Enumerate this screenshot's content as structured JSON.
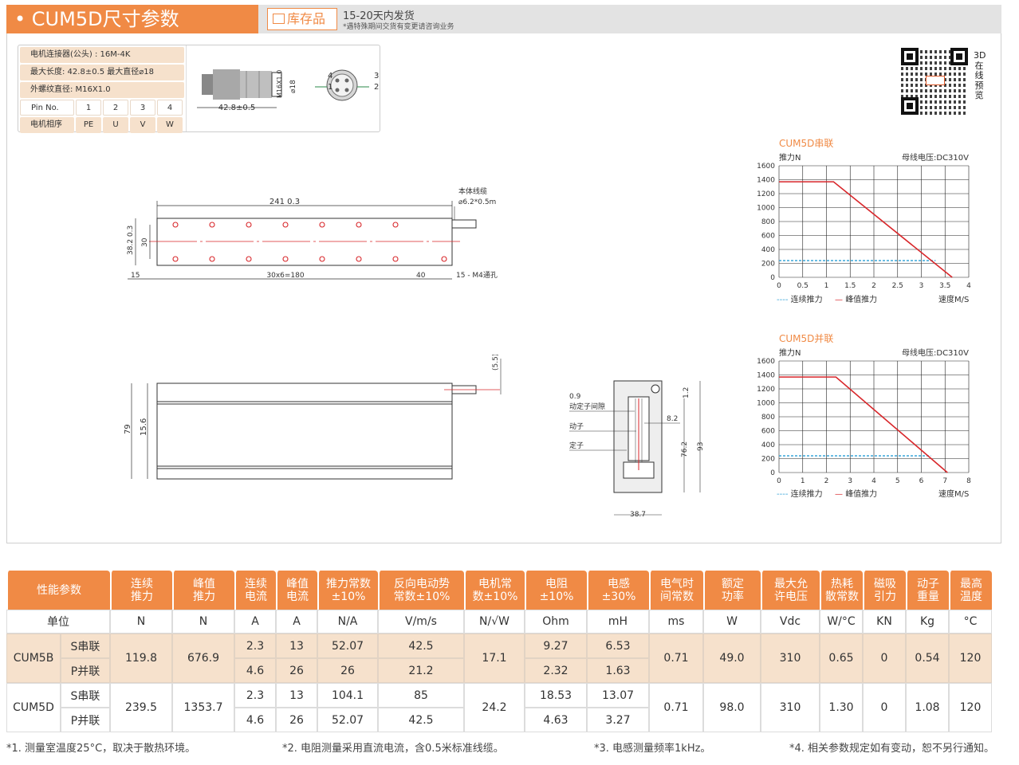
{
  "header": {
    "title": "• CUM5D尺寸参数",
    "stock_label": "库存品",
    "ship": "15-20天内发货",
    "note": "*遇特殊期间交货有变更请咨询业务"
  },
  "connector": {
    "row1": "电机连接器(公头) : 16M-4K",
    "row2": "最大长度: 42.8±0.5   最大直径⌀18",
    "row3": "外螺纹直径: M16X1.0",
    "pin_label": "Pin No.",
    "pins": [
      "1",
      "2",
      "3",
      "4"
    ],
    "phase_label": "电机相序",
    "phases": [
      "PE",
      "U",
      "V",
      "W"
    ],
    "dim_len": "42.8±0.5",
    "dim_thread": "M16X1.0",
    "dim_dia": "⌀18",
    "pin_nums": [
      "4",
      "3",
      "1",
      "2"
    ]
  },
  "qr": {
    "caption": "3D在线预览"
  },
  "drawing": {
    "cable_label": "本体线缆",
    "cable_spec": "⌀6.2*0.5m",
    "len_total": "241 0.3",
    "h_total": "38.2 0.3",
    "h_inner": "30",
    "left_off": "15",
    "pitch": "30x6=180",
    "right_off": "40",
    "holes": "15 - M4通孔",
    "side_cable": "(5.5)",
    "side_h": "79",
    "side_inner": "15.6",
    "sec_gap_val": "0.9",
    "sec_gap": "动定子间隙",
    "sec_mover": "动子",
    "sec_stator": "定子",
    "sec_top": "1.2",
    "sec_w1": "8.2",
    "sec_h1": "76.2",
    "sec_h2": "93",
    "sec_w": "38.7"
  },
  "charts": [
    {
      "title": "CUM5D串联",
      "ylabel": "推力N",
      "voltage": "母线电压:DC310V",
      "xlabel": "速度M/S",
      "legend_cont": "连续推力",
      "legend_peak": "峰值推力",
      "xticks": [
        "0",
        "0.5",
        "1",
        "1.5",
        "2",
        "2.5",
        "3",
        "3.5",
        "4"
      ],
      "yticks": [
        "0",
        "200",
        "400",
        "600",
        "800",
        "1000",
        "1200",
        "1400",
        "1600"
      ]
    },
    {
      "title": "CUM5D并联",
      "ylabel": "推力N",
      "voltage": "母线电压:DC310V",
      "xlabel": "速度M/S",
      "legend_cont": "连续推力",
      "legend_peak": "峰值推力",
      "xticks": [
        "0",
        "1",
        "2",
        "3",
        "4",
        "5",
        "6",
        "7",
        "8"
      ],
      "yticks": [
        "0",
        "200",
        "400",
        "600",
        "800",
        "1000",
        "1200",
        "1400",
        "1600"
      ]
    }
  ],
  "chart_data": [
    {
      "type": "line",
      "title": "CUM5D串联",
      "xlabel": "速度M/S",
      "ylabel": "推力N",
      "xlim": [
        0,
        4
      ],
      "ylim": [
        0,
        1600
      ],
      "series": [
        {
          "name": "连续推力",
          "color": "#3aa6d8",
          "style": "dashed",
          "x": [
            0,
            3.3
          ],
          "y": [
            240,
            240
          ]
        },
        {
          "name": "峰值推力",
          "color": "#d8262a",
          "style": "solid",
          "x": [
            0,
            1.15,
            3.65
          ],
          "y": [
            1370,
            1370,
            0
          ]
        }
      ]
    },
    {
      "type": "line",
      "title": "CUM5D并联",
      "xlabel": "速度M/S",
      "ylabel": "推力N",
      "xlim": [
        0,
        8
      ],
      "ylim": [
        0,
        1600
      ],
      "series": [
        {
          "name": "连续推力",
          "color": "#3aa6d8",
          "style": "dashed",
          "x": [
            0,
            6.4
          ],
          "y": [
            240,
            240
          ]
        },
        {
          "name": "峰值推力",
          "color": "#d8262a",
          "style": "solid",
          "x": [
            0,
            2.4,
            7.1
          ],
          "y": [
            1370,
            1370,
            0
          ]
        }
      ]
    }
  ],
  "table": {
    "headers": [
      "性能参数",
      "连续\n推力",
      "峰值\n推力",
      "连续\n电流",
      "峰值\n电流",
      "推力常数\n±10%",
      "反向电动势\n常数±10%",
      "电机常\n数±10%",
      "电阻\n±10%",
      "电感\n±30%",
      "电气时\n间常数",
      "额定\n功率",
      "最大允\n许电压",
      "热耗\n散常数",
      "磁吸\n引力",
      "动子\n重量",
      "最高\n温度"
    ],
    "units_label": "单位",
    "units": [
      "N",
      "N",
      "A",
      "A",
      "N/A",
      "V/m/s",
      "N/√W",
      "Ohm",
      "mH",
      "ms",
      "W",
      "Vdc",
      "W/°C",
      "KN",
      "Kg",
      "°C"
    ],
    "groups": [
      {
        "model": "CUM5B",
        "cont_force": "119.8",
        "peak_force": "676.9",
        "motor_const": "17.1",
        "time_const": "0.71",
        "power": "49.0",
        "voltage": "310",
        "thermal": "0.65",
        "magnetic": "0",
        "weight": "0.54",
        "temp": "120",
        "rows": [
          {
            "conn": "S串联",
            "cont_cur": "2.3",
            "peak_cur": "13",
            "force_const": "52.07",
            "bemf": "42.5",
            "res": "9.27",
            "ind": "6.53"
          },
          {
            "conn": "P并联",
            "cont_cur": "4.6",
            "peak_cur": "26",
            "force_const": "26",
            "bemf": "21.2",
            "res": "2.32",
            "ind": "1.63"
          }
        ]
      },
      {
        "model": "CUM5D",
        "cont_force": "239.5",
        "peak_force": "1353.7",
        "motor_const": "24.2",
        "time_const": "0.71",
        "power": "98.0",
        "voltage": "310",
        "thermal": "1.30",
        "magnetic": "0",
        "weight": "1.08",
        "temp": "120",
        "rows": [
          {
            "conn": "S串联",
            "cont_cur": "2.3",
            "peak_cur": "13",
            "force_const": "104.1",
            "bemf": "85",
            "res": "18.53",
            "ind": "13.07"
          },
          {
            "conn": "P并联",
            "cont_cur": "4.6",
            "peak_cur": "26",
            "force_const": "52.07",
            "bemf": "42.5",
            "res": "4.63",
            "ind": "3.27"
          }
        ]
      }
    ]
  },
  "footnotes": [
    "*1. 测量室温度25°C，取决于散热环境。",
    "*2. 电阻测量采用直流电流，含0.5米标准线缆。",
    "*3. 电感测量频率1kHz。",
    "*4. 相关参数规定如有变动，恕不另行通知。"
  ]
}
